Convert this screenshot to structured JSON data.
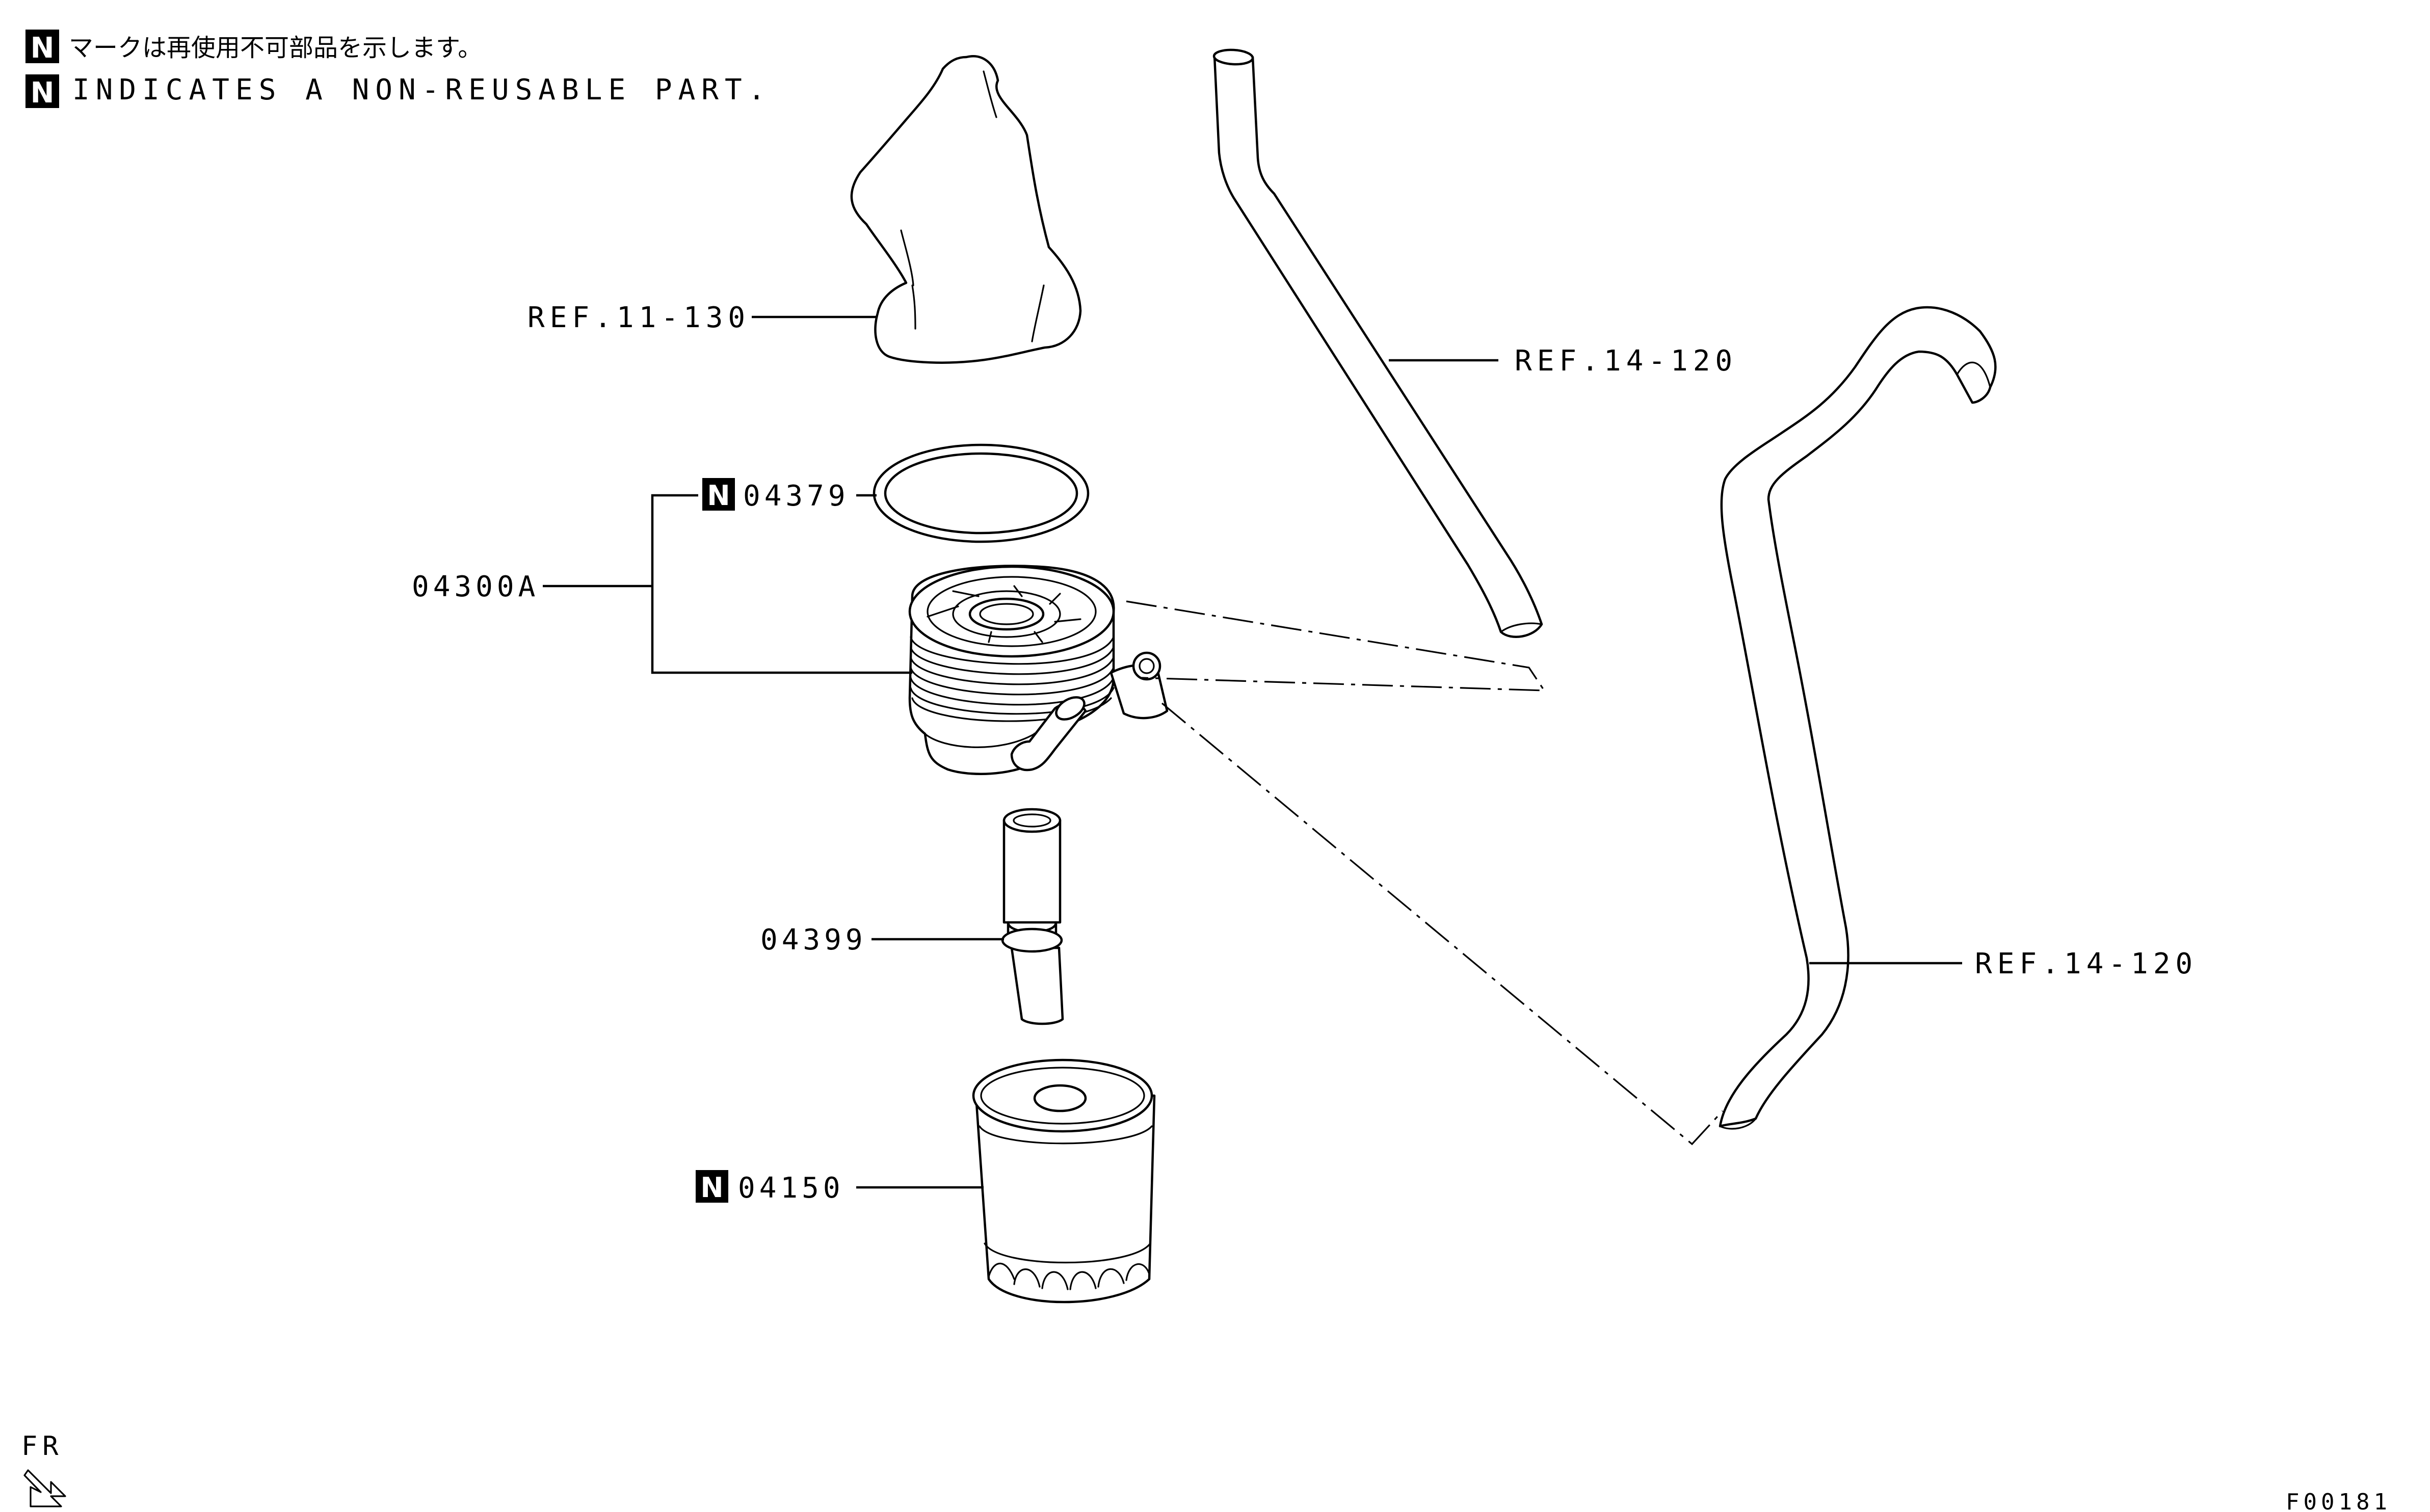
{
  "legend": {
    "mark": "N",
    "line_jp": "マークは再使用不可部品を示します。",
    "line_en": "INDICATES A NON-REUSABLE PART."
  },
  "callouts": {
    "ref_oil_filler": "REF.11-130",
    "ref_hose_upper": "REF.14-120",
    "ref_hose_lower": "REF.14-120",
    "oring": "04379",
    "cooler_assy": "04300A",
    "connector_bolt": "04399",
    "oil_filter": "04150"
  },
  "non_reusable_parts": [
    "04379",
    "04150"
  ],
  "orientation": {
    "label": "FR"
  },
  "figure_code": "F00181"
}
